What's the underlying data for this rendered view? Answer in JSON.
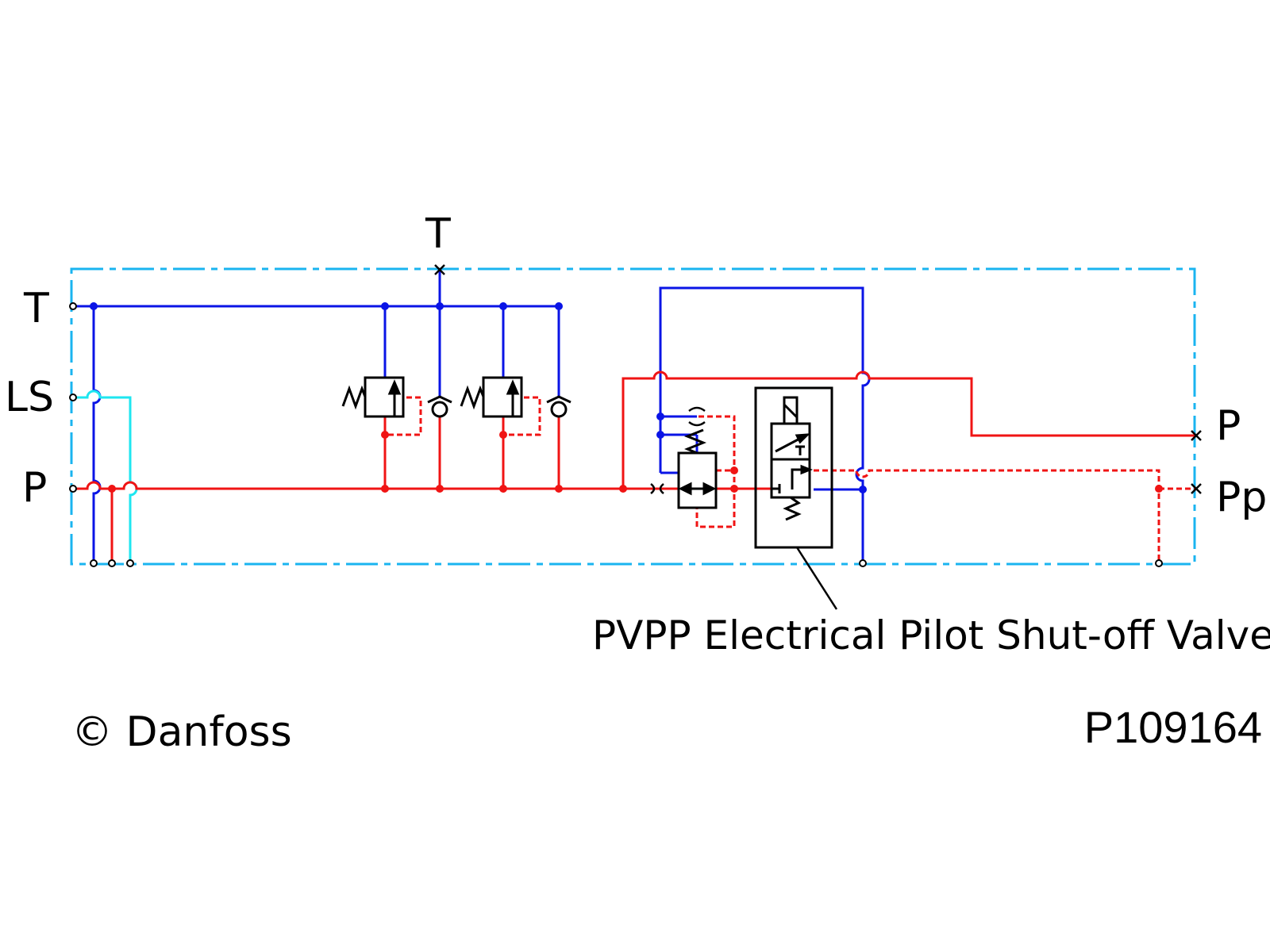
{
  "title": "PVPP Electrical Pilot Shut-off Valve hydraulic schematic",
  "colors": {
    "tank_line": "#0a14e6",
    "pressure_line": "#f01414",
    "ls_line": "#1ee6f0",
    "boundary": "#1ab4f0",
    "symbol": "#000000"
  },
  "ports": {
    "left": [
      {
        "id": "T",
        "label": "T",
        "line": "tank"
      },
      {
        "id": "LS",
        "label": "LS",
        "line": "load-sense"
      },
      {
        "id": "P",
        "label": "P",
        "line": "pressure"
      }
    ],
    "top": [
      {
        "id": "T_top",
        "label": "T",
        "line": "tank"
      }
    ],
    "right": [
      {
        "id": "P_right",
        "label": "P",
        "line": "pressure"
      },
      {
        "id": "Pp",
        "label": "Pp",
        "line": "pilot-pressure"
      }
    ]
  },
  "components": [
    {
      "id": "relief-valve-1",
      "type": "pressure relief valve"
    },
    {
      "id": "check-valve-1",
      "type": "check valve"
    },
    {
      "id": "relief-valve-2",
      "type": "pressure relief valve"
    },
    {
      "id": "check-valve-2",
      "type": "check valve"
    },
    {
      "id": "pressure-reducing-valve",
      "type": "pressure reducing valve with orifices"
    },
    {
      "id": "solenoid-valve",
      "type": "3/2 solenoid shut-off valve"
    }
  ],
  "caption": "PVPP Electrical Pilot Shut-off Valve",
  "footer": {
    "copyright": "© Danfoss",
    "code": "P109164"
  }
}
